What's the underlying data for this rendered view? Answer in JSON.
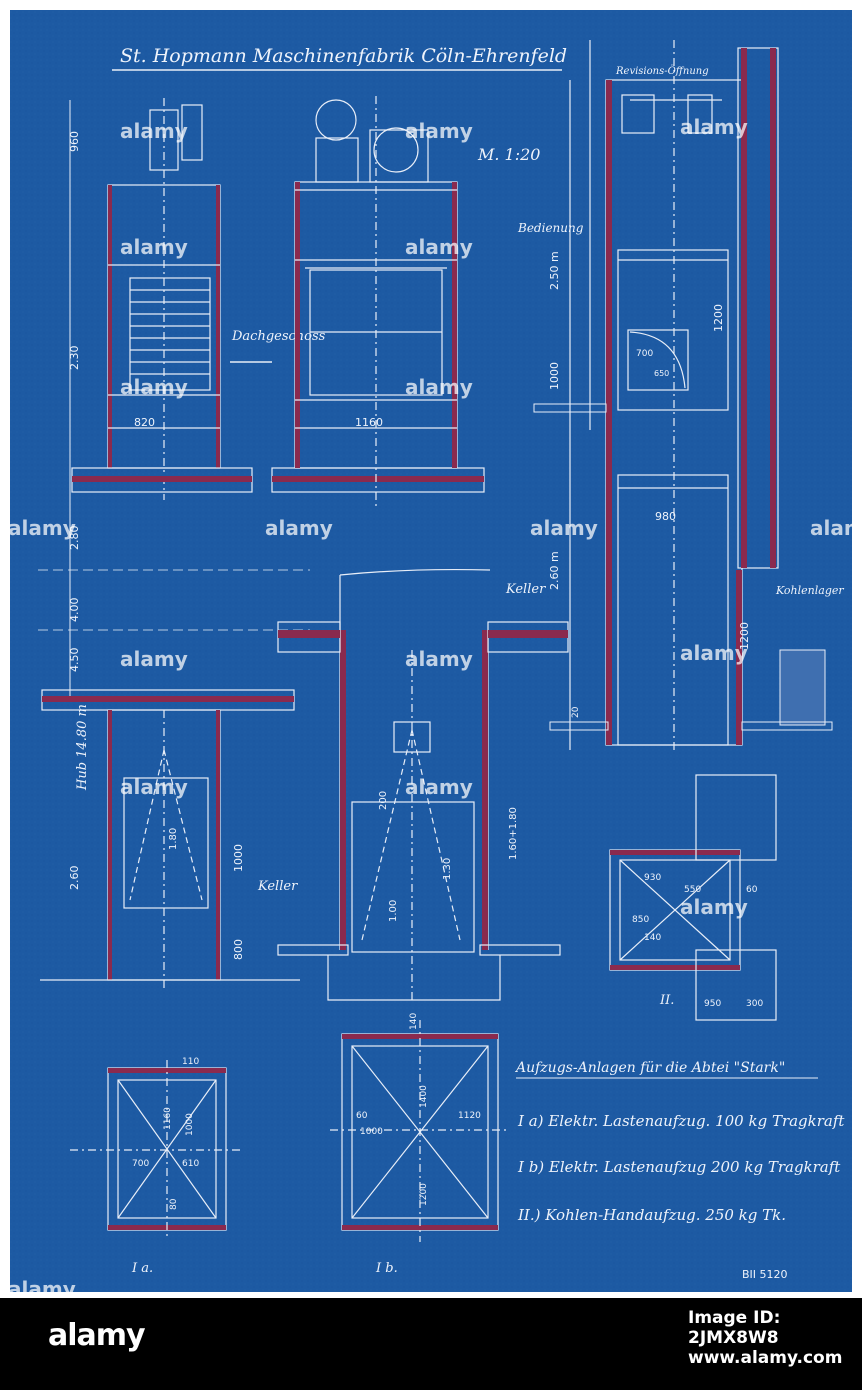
{
  "drawing": {
    "title": "St. Hopmann Maschinenfabrik Cöln-Ehrenfeld",
    "scale": "M. 1:20",
    "caption_title": "Aufzugs-Anlagen für die Abtei \"Stark\"",
    "caption_lines": [
      "I a) Elektr. Lastenaufzug. 100 kg Tragkraft",
      "I b) Elektr. Lastenaufzug 200 kg Tragkraft",
      "II.) Kohlen-Handaufzug. 250 kg Tk."
    ],
    "labels": {
      "revision": "Revisions-Öffnung",
      "bedienung": "Bedienung",
      "dachgeschoss": "Dachgeschoss",
      "keller_top": "Keller",
      "keller_bottom": "Keller",
      "kohlenlager": "Kohlenlager",
      "hub": "Hub 14.80 m",
      "view_1a": "I a.",
      "view_1b": "I b.",
      "view_2": "II.",
      "archive_no": "BII 5120"
    },
    "dimensions": {
      "d960": "960",
      "d230": "2.30",
      "d280": "2.80",
      "d400": "4.00",
      "d450": "4.50",
      "d260": "2.60",
      "d1000": "1000",
      "d800": "800",
      "d820": "820",
      "d1160": "1160",
      "d1120": "1120",
      "d250m": "2.50 m",
      "d260m": "2.60 m",
      "d1200": "1200",
      "d700": "700",
      "d650": "650",
      "d980": "980",
      "d200": "200",
      "d180": "1.80",
      "d100": "1.00",
      "d130": "1.30",
      "d160": "1.60+1.80",
      "d1200b": "1200",
      "d20": "20",
      "p930": "930",
      "p850": "850",
      "p550": "550",
      "p140": "140",
      "p60": "60",
      "p950": "950",
      "p300": "300",
      "p1160": "1160",
      "p1000": "1000",
      "p700": "700",
      "p610": "610",
      "p80": "80",
      "p110": "110",
      "p1400": "1400",
      "p1120": "1120",
      "p1200": "1200",
      "p60b": "60",
      "p1000b": "1000",
      "p140b": "140"
    }
  },
  "watermark": {
    "text": "alamy",
    "copies": 18
  },
  "footer": {
    "logo": "alamy",
    "image_id": "Image ID: 2JMX8W8",
    "url": "www.alamy.com"
  },
  "colors": {
    "blueprint": "#1d5aa3",
    "line": "#e8eef8",
    "red": "#8a2a4e",
    "footer": "#000000"
  }
}
